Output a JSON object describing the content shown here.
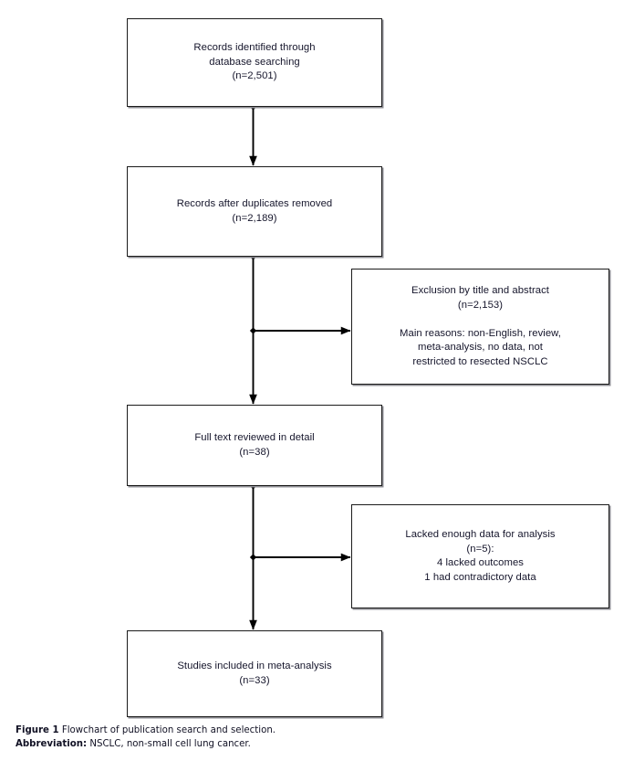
{
  "figure": {
    "caption_label": "Figure 1",
    "caption_title": "Flowchart of publication search and selection.",
    "abbrev_label": "Abbreviation:",
    "abbrev_text": "NSCLC, non-small cell lung cancer."
  },
  "chart_data": {
    "type": "diagram",
    "title": "Flowchart of publication search and selection",
    "orientation": "top-to-bottom",
    "nodes": [
      {
        "id": "identified",
        "kind": "main",
        "text": "Records identified through\ndatabase searching\n(n=2,501)",
        "n": 2501
      },
      {
        "id": "deduplicated",
        "kind": "main",
        "text": "Records after duplicates removed\n(n=2,189)",
        "n": 2189
      },
      {
        "id": "excluded_title_abstract",
        "kind": "exclusion",
        "text": "Exclusion by title and abstract\n(n=2,153)\n\nMain reasons: non-English, review,\nmeta-analysis, no data, not\nrestricted to resected NSCLC",
        "n": 2153
      },
      {
        "id": "full_text",
        "kind": "main",
        "text": "Full text reviewed in detail\n(n=38)",
        "n": 38
      },
      {
        "id": "excluded_lacked_data",
        "kind": "exclusion",
        "text": "Lacked enough data for analysis\n(n=5):\n4 lacked outcomes\n1 had contradictory data",
        "n": 5
      },
      {
        "id": "included",
        "kind": "main",
        "text": "Studies included in meta-analysis\n(n=33)",
        "n": 33
      }
    ],
    "edges": [
      {
        "from": "identified",
        "to": "deduplicated",
        "direction": "down"
      },
      {
        "from": "deduplicated",
        "to": "excluded_title_abstract",
        "direction": "right"
      },
      {
        "from": "deduplicated",
        "to": "full_text",
        "direction": "down"
      },
      {
        "from": "full_text",
        "to": "excluded_lacked_data",
        "direction": "right"
      },
      {
        "from": "full_text",
        "to": "included",
        "direction": "down"
      }
    ],
    "colors": {
      "box_border": "#1b1b1b",
      "box_fill": "#ffffff",
      "box_shadow": "#8d8d93",
      "connector": "#000000",
      "text": "#15152b"
    }
  }
}
